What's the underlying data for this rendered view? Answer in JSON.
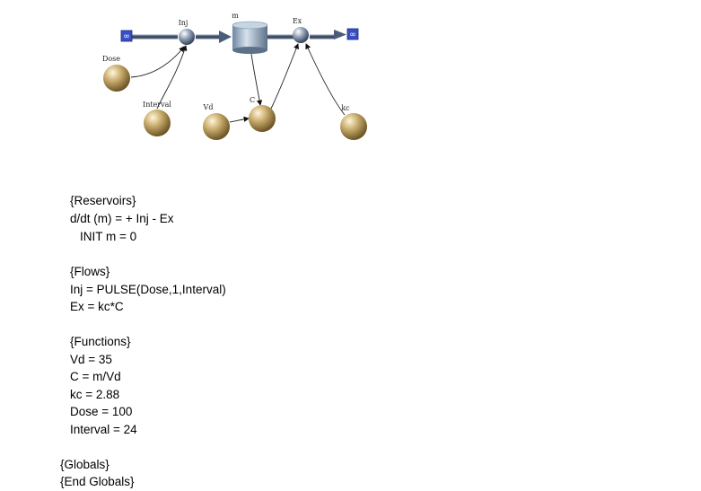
{
  "diagram": {
    "labels": {
      "inj": "Inj",
      "m": "m",
      "ex": "Ex",
      "dose": "Dose",
      "interval": "Interval",
      "vd": "Vd",
      "c": "C",
      "kc": "kc"
    },
    "cloud_symbol": "∞",
    "colors": {
      "cloud": "#3a4fc4",
      "flow_pipe": "#3c4f6e",
      "reservoir": "#9fb5c8",
      "variable": "#b39a5c",
      "valve": "#8a9ab0"
    }
  },
  "code": {
    "l1": "{Reservoirs}",
    "l2": "d/dt (m) = + Inj - Ex",
    "l3": "INIT m = 0",
    "l4": "{Flows}",
    "l5": "Inj = PULSE(Dose,1,Interval)",
    "l6": "Ex = kc*C",
    "l7": "{Functions}",
    "l8": "Vd = 35",
    "l9": "C = m/Vd",
    "l10": "kc = 2.88",
    "l11": "Dose = 100",
    "l12": "Interval = 24",
    "l13": "{Globals}",
    "l14": "{End Globals}"
  }
}
